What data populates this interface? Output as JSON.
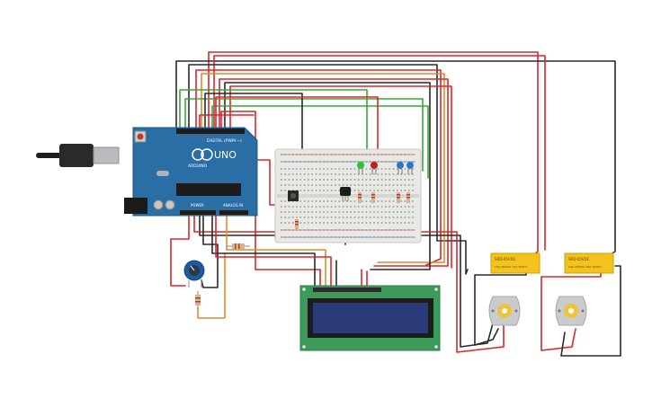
{
  "arduino": {
    "board_name": "UNO",
    "brand": "ARDUINO",
    "digital_label": "DIGITAL (PWM ~)",
    "power_label": "POWER",
    "analog_label": "ANALOG IN",
    "color": "#2b6ea6"
  },
  "relays": [
    {
      "label": "SRD-05VDC",
      "specs": "10A 250VAC 10A 30VDC"
    },
    {
      "label": "SRD-05VDC",
      "specs": "10A 250VAC 10A 30VDC"
    }
  ],
  "ic_chip": {
    "label": ""
  },
  "colors": {
    "wire_red": "#d8262b",
    "wire_black": "#2a2a2a",
    "wire_green": "#3aa63a",
    "wire_orange": "#e08a2b",
    "lcd_pcb": "#3c9a5a",
    "lcd_screen": "#2b3a78",
    "breadboard": "#e8e8e4",
    "relay_body": "#f3c21c",
    "motor_body": "#c9cbcc",
    "motor_shaft": "#f0c23a",
    "potentiometer": "#1d5b9e"
  }
}
